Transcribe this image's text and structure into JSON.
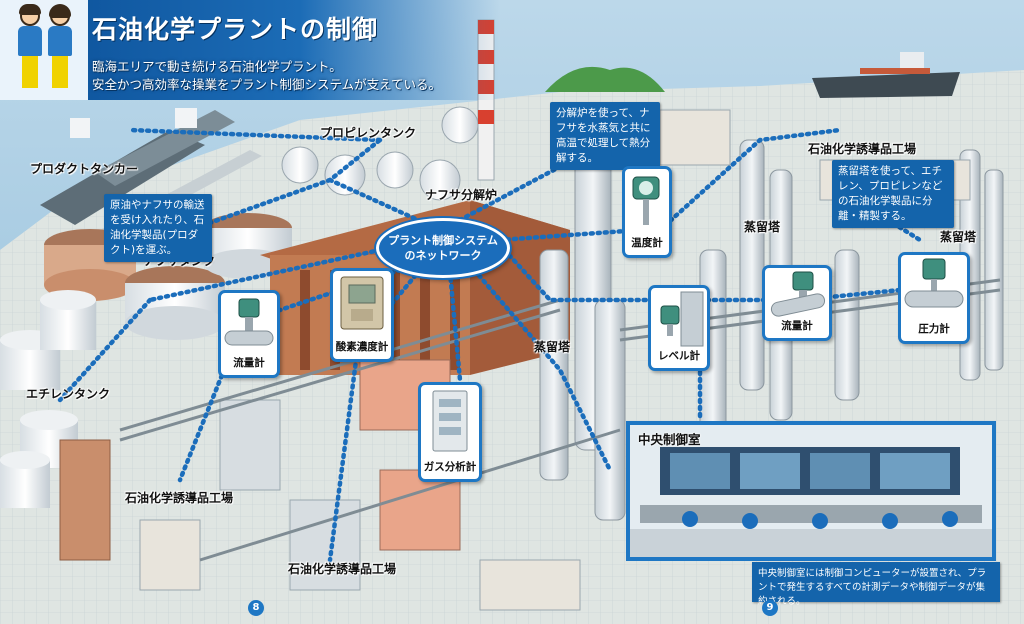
{
  "header": {
    "title": "石油化学プラントの制御",
    "lead_line1": "臨海エリアで動き続ける石油化学プラント。",
    "lead_line2": "安全かつ高効率な操業をプラント制御システムが支えている。"
  },
  "places": {
    "propylene_tank": "プロピレンタンク",
    "product_tanker": "プロダクトタンカー",
    "naphtha_cracker": "ナフサ分解炉",
    "naphtha_tank": "ナフサタンク",
    "ethylene_tank": "エチレンタンク",
    "derivatives_plant_top": "石油化学誘導品工場",
    "derivatives_plant_left": "石油化学誘導品工場",
    "derivatives_plant_bottom": "石油化学誘導品工場",
    "distillation_tower_1": "蒸留塔",
    "distillation_tower_2": "蒸留塔",
    "distillation_tower_3": "蒸留塔"
  },
  "notes": {
    "tanker_note": "原油やナフサの輸送を受け入れたり、石油化学製品(プロダクト)を運ぶ。",
    "cracker_note": "分解炉を使って、ナフサを水蒸気と共に高温で処理して熱分解する。",
    "tower_note": "蒸留塔を使って、エチレン、プロピレンなどの石油化学製品に分離・精製する。"
  },
  "network": {
    "line1": "プラント制御システム",
    "line2": "のネットワーク"
  },
  "instruments": {
    "temperature_meter": "温度計",
    "oxygen_meter": "酸素濃度計",
    "flow_meter_left": "流量計",
    "gas_analyzer": "ガス分析計",
    "level_meter": "レベル計",
    "flow_meter_right": "流量計",
    "pressure_meter": "圧力計"
  },
  "control_room": {
    "title": "中央制御室",
    "note": "中央制御室には制御コンピューターが設置され、プラントで発生するすべての計測データや制御データが集約される。"
  },
  "pages": {
    "left": "8",
    "right": "9"
  },
  "colors": {
    "brand_blue": "#1464ab",
    "card_border": "#1e77c4",
    "network_dots": "#1b6dbb",
    "sea": "#9cc5de",
    "kid_shirt": "#2a7ac4",
    "kid_pants": "#f0d200"
  }
}
